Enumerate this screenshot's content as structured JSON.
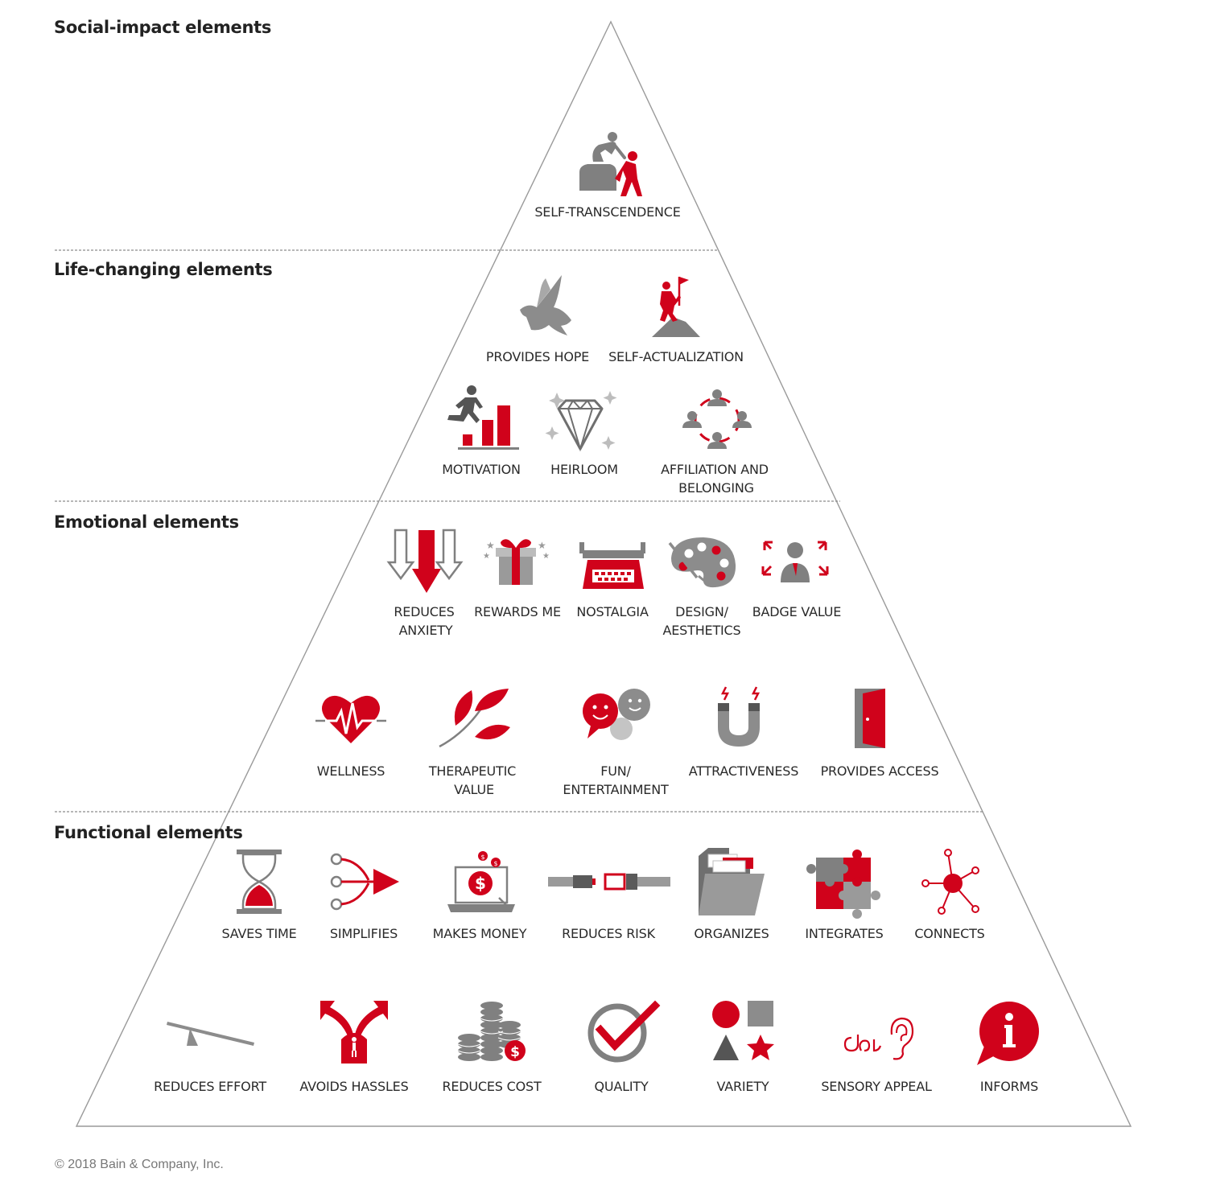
{
  "colors": {
    "red": "#d0021b",
    "gray": "#808080",
    "dark_gray": "#5a5a5a",
    "light_gray": "#bdbdbd",
    "outline": "#9a9a9a",
    "divider": "#8c8c8c",
    "text": "#222222"
  },
  "tiers": {
    "social": {
      "heading": "Social-impact elements"
    },
    "life": {
      "heading": "Life-changing elements"
    },
    "emotional": {
      "heading": "Emotional elements"
    },
    "functional": {
      "heading": "Functional elements"
    }
  },
  "elements": {
    "self_transcendence": {
      "icon": "helping-hand-climb-icon",
      "label": [
        "SELF-TRANSCENDENCE"
      ]
    },
    "provides_hope": {
      "icon": "dove-icon",
      "label": [
        "PROVIDES HOPE"
      ]
    },
    "self_actualization": {
      "icon": "summit-flag-icon",
      "label": [
        "SELF-ACTUALIZATION"
      ]
    },
    "motivation": {
      "icon": "runner-steps-icon",
      "label": [
        "MOTIVATION"
      ]
    },
    "heirloom": {
      "icon": "diamond-icon",
      "label": [
        "HEIRLOOM"
      ]
    },
    "affiliation": {
      "icon": "people-circle-icon",
      "label": [
        "AFFILIATION AND",
        "BELONGING"
      ]
    },
    "reduces_anxiety": {
      "icon": "down-arrows-icon",
      "label": [
        "REDUCES",
        "ANXIETY"
      ]
    },
    "rewards_me": {
      "icon": "gift-icon",
      "label": [
        "REWARDS ME"
      ]
    },
    "nostalgia": {
      "icon": "typewriter-icon",
      "label": [
        "NOSTALGIA"
      ]
    },
    "design": {
      "icon": "palette-icon",
      "label": [
        "DESIGN/",
        "AESTHETICS"
      ]
    },
    "badge_value": {
      "icon": "badge-person-icon",
      "label": [
        "BADGE VALUE"
      ]
    },
    "wellness": {
      "icon": "heartbeat-icon",
      "label": [
        "WELLNESS"
      ]
    },
    "therapeutic": {
      "icon": "leaves-icon",
      "label": [
        "THERAPEUTIC",
        "VALUE"
      ]
    },
    "fun": {
      "icon": "chat-faces-icon",
      "label": [
        "FUN/",
        "ENTERTAINMENT"
      ]
    },
    "attractiveness": {
      "icon": "magnet-icon",
      "label": [
        "ATTRACTIVENESS"
      ]
    },
    "provides_access": {
      "icon": "open-door-icon",
      "label": [
        "PROVIDES ACCESS"
      ]
    },
    "saves_time": {
      "icon": "hourglass-icon",
      "label": [
        "SAVES TIME"
      ]
    },
    "simplifies": {
      "icon": "merge-arrow-icon",
      "label": [
        "SIMPLIFIES"
      ]
    },
    "makes_money": {
      "icon": "laptop-dollar-icon",
      "label": [
        "MAKES MONEY"
      ]
    },
    "reduces_risk": {
      "icon": "seatbelt-icon",
      "label": [
        "REDUCES RISK"
      ]
    },
    "organizes": {
      "icon": "folder-icon",
      "label": [
        "ORGANIZES"
      ]
    },
    "integrates": {
      "icon": "puzzle-icon",
      "label": [
        "INTEGRATES"
      ]
    },
    "connects": {
      "icon": "network-node-icon",
      "label": [
        "CONNECTS"
      ]
    },
    "reduces_effort": {
      "icon": "lever-icon",
      "label": [
        "REDUCES EFFORT"
      ]
    },
    "avoids_hassles": {
      "icon": "fork-arrow-icon",
      "label": [
        "AVOIDS HASSLES"
      ]
    },
    "reduces_cost": {
      "icon": "coin-stacks-icon",
      "label": [
        "REDUCES COST"
      ]
    },
    "quality": {
      "icon": "checkmark-circle-icon",
      "label": [
        "QUALITY"
      ]
    },
    "variety": {
      "icon": "shapes-icon",
      "label": [
        "VARIETY"
      ]
    },
    "sensory_appeal": {
      "icon": "senses-icon",
      "label": [
        "SENSORY APPEAL"
      ]
    },
    "informs": {
      "icon": "info-bubble-icon",
      "label": [
        "INFORMS"
      ]
    }
  },
  "footer": {
    "copyright": "© 2018 Bain & Company, Inc."
  }
}
